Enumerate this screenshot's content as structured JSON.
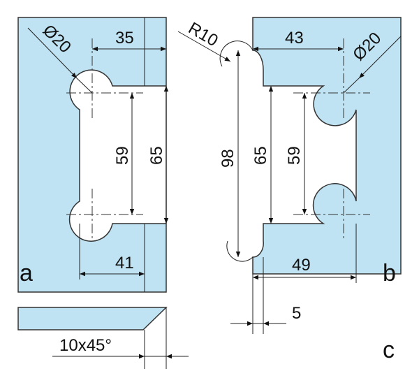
{
  "labels": {
    "a": "a",
    "b": "b",
    "c": "c"
  },
  "part_a": {
    "diameter": "Ø20",
    "width_top": "35",
    "hole_spacing": "59",
    "cutout_height": "65",
    "width_bottom": "41"
  },
  "part_b": {
    "radius": "R10",
    "diameter": "Ø20",
    "width_top": "43",
    "overall_height": "98",
    "cutout_height": "65",
    "hole_spacing": "59",
    "width_bottom": "49"
  },
  "part_c": {
    "chamfer": "10x45°",
    "offset": "5"
  },
  "colors": {
    "part_fill": "#bfe3f3",
    "outline": "#333333"
  }
}
